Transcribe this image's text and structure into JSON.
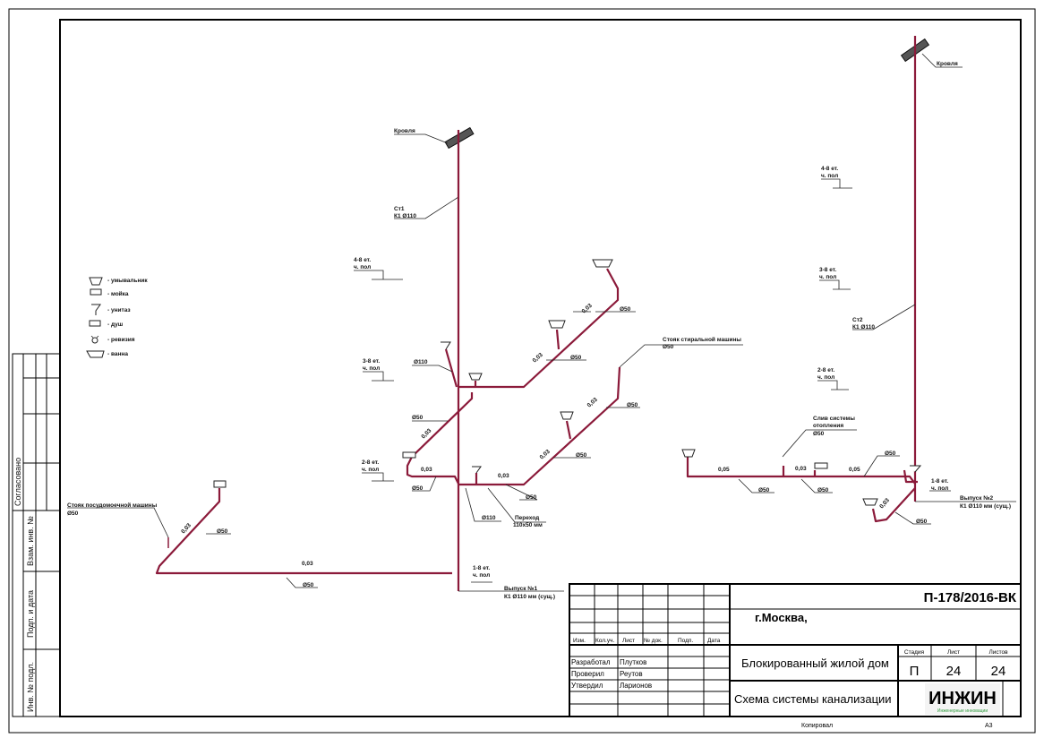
{
  "colors": {
    "pipe": "#8b1a3a",
    "logo_green": "#2e9b3c"
  },
  "legend": [
    {
      "icon": "washbasin-icon",
      "label": "- умывальник"
    },
    {
      "icon": "sink-icon",
      "label": "- мойка"
    },
    {
      "icon": "toilet-icon",
      "label": "- унитаз"
    },
    {
      "icon": "shower-icon",
      "label": "- душ"
    },
    {
      "icon": "cleanout-icon",
      "label": "- ревизия"
    },
    {
      "icon": "bathtub-icon",
      "label": "- ванна"
    }
  ],
  "riser1": {
    "roof": "Кровля",
    "name": "Ст1",
    "spec": "К1 Ø110"
  },
  "riser2": {
    "roof": "Кровля",
    "name": "Ст2",
    "spec": "К1 Ø110"
  },
  "levels": {
    "l4": "4-8 ет.",
    "l3": "3-8 ет.",
    "l2": "2-8 ет.",
    "l1": "1-8 ет.",
    "floor": "ч. пол",
    "r4": "4-8 ет.",
    "r3": "3-8 ет.",
    "r2": "2-8 ет.",
    "r1": "1-8 ет."
  },
  "labels": {
    "d110a": "Ø110",
    "d50a": "Ø50",
    "d50b": "Ø50",
    "d50c": "Ø50",
    "d50d": "Ø50",
    "d50e": "Ø50",
    "d50f": "Ø50",
    "d50g": "Ø50",
    "s1": "0,03",
    "s2": "0,03",
    "s3": "0,03",
    "s4": "0,03",
    "s5": "0,03",
    "s6": "0,03",
    "s7": "0,03",
    "s8": "0,03",
    "washer_l1": "Стояк стиральной машины",
    "washer_l2": "Ø50",
    "dish_l1": "Стояк посудомоечной машины",
    "dish_l2": "Ø50",
    "d110b": "Ø110",
    "reducer_l1": "Переход",
    "reducer_l2": "110х50 мм",
    "out1_l1": "Выпуск №1",
    "out1_l2": "К1 Ø110 мм (сущ.)",
    "r_s1": "0,05",
    "r_s2": "0,03",
    "r_s3": "0,05",
    "r_s4": "0,03",
    "r_d1": "Ø50",
    "r_d2": "Ø50",
    "r_d3": "Ø50",
    "r_d4": "Ø50",
    "heat_l1": "Слив системы",
    "heat_l2": "отопления",
    "heat_l3": "Ø50",
    "out2_l1": "Выпуск №2",
    "out2_l2": "К1 Ø110 мм (сущ.)"
  },
  "side_stamp": {
    "agreed": "Согласовано",
    "inv_repl": "Взам. инв. №",
    "sign_date": "Подп. и дата",
    "inv_orig": "Инв. № подл."
  },
  "title_block": {
    "code": "П-178/2016-ВК",
    "city": "г.Москва,",
    "object": "Блокированный жилой дом",
    "sheet_title": "Схема системы канализации",
    "cols": [
      "Изм.",
      "Кол.уч.",
      "Лист",
      "№ док.",
      "Подп.",
      "Дата"
    ],
    "roles": [
      {
        "role": "Разработал",
        "name": "Плутков"
      },
      {
        "role": "Проверил",
        "name": "Реутов"
      },
      {
        "role": "Утвердил",
        "name": "Ларионов"
      }
    ],
    "stage_h": "Стадия",
    "sheet_h": "Лист",
    "sheets_h": "Листов",
    "stage": "П",
    "sheet": "24",
    "sheets": "24",
    "logo": "ИНЖИН",
    "logo_sub": "Инженерные инновации",
    "copied": "Копировал",
    "format": "А3"
  }
}
